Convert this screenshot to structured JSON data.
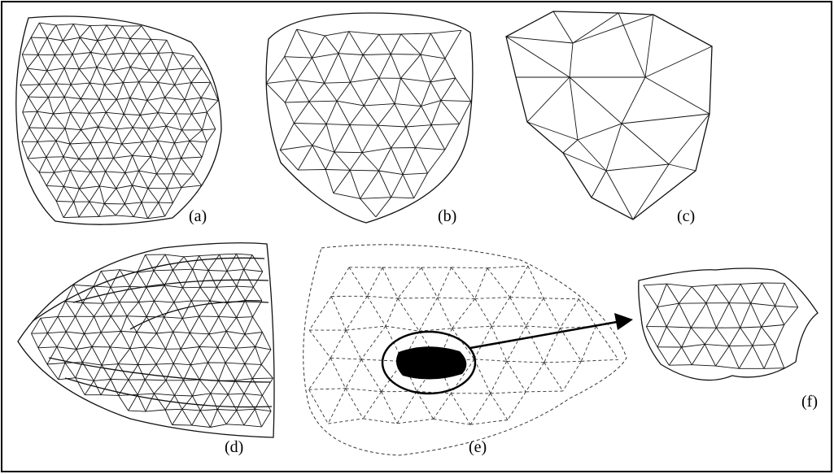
{
  "figure": {
    "panels": [
      {
        "id": "a",
        "label": "(a)"
      },
      {
        "id": "b",
        "label": "(b)"
      },
      {
        "id": "c",
        "label": "(c)"
      },
      {
        "id": "d",
        "label": "(d)"
      },
      {
        "id": "e",
        "label": "(e)"
      },
      {
        "id": "f",
        "label": "(f)"
      }
    ],
    "colors": {
      "stroke": "#111111",
      "dashed": "#333333",
      "frame": "#000000",
      "background": "#ffffff"
    }
  }
}
